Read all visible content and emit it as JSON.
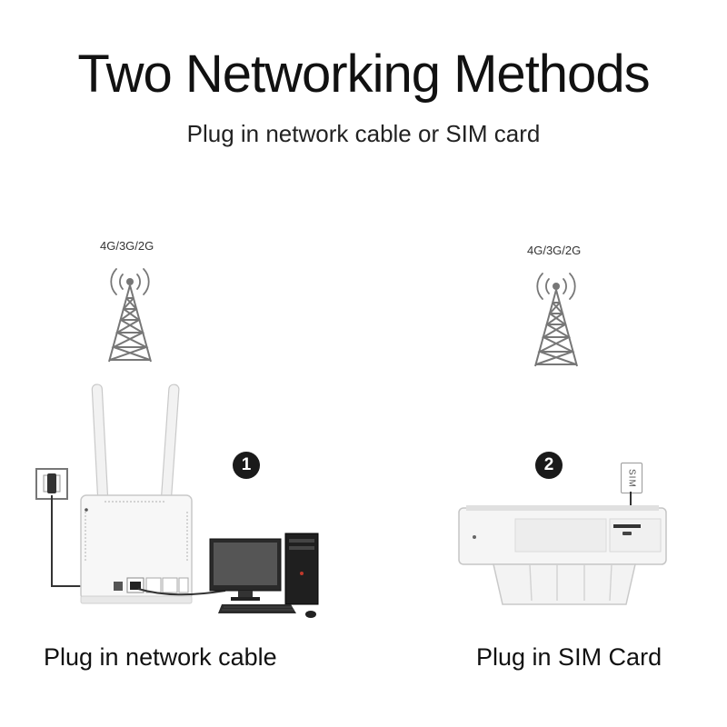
{
  "header": {
    "title": "Two Networking Methods",
    "subtitle": "Plug in network cable or SIM card"
  },
  "method_cable": {
    "band": "4G/3G/2G",
    "step": "1",
    "label": "Plug in network cable"
  },
  "method_sim": {
    "band": "4G/3G/2G",
    "step": "2",
    "sim_text": "SIM",
    "label": "Plug in SIM Card"
  }
}
